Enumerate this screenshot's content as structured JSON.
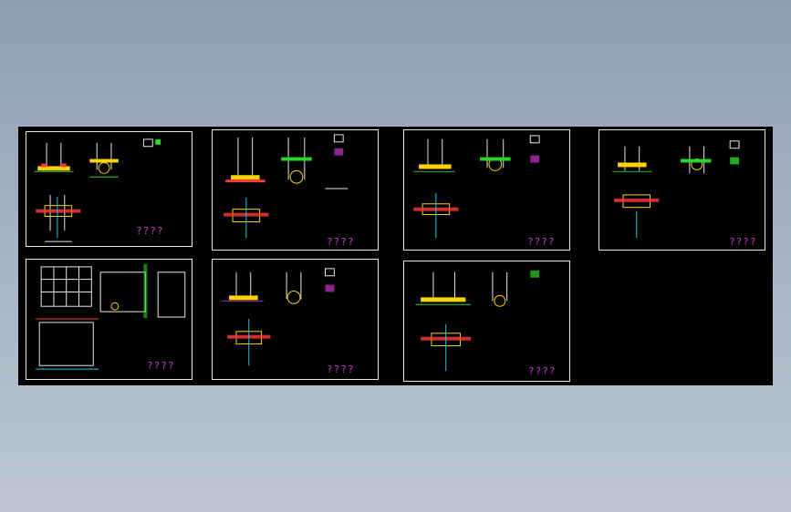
{
  "palette": {
    "background": "#000000",
    "frame": "#e8e8e8",
    "wall": "#e8e8e8",
    "red": "#ff3b3b",
    "yellow": "#ffd400",
    "green": "#2bd62b",
    "cyan": "#22c6e6",
    "magenta": "#cc33cc"
  },
  "sheets": [
    {
      "id": "s1",
      "label": "????"
    },
    {
      "id": "s2",
      "label": "????"
    },
    {
      "id": "s3",
      "label": "????"
    },
    {
      "id": "s4",
      "label": "????"
    },
    {
      "id": "s5",
      "label": "????"
    },
    {
      "id": "s6",
      "label": "????"
    },
    {
      "id": "s7",
      "label": "????"
    }
  ]
}
